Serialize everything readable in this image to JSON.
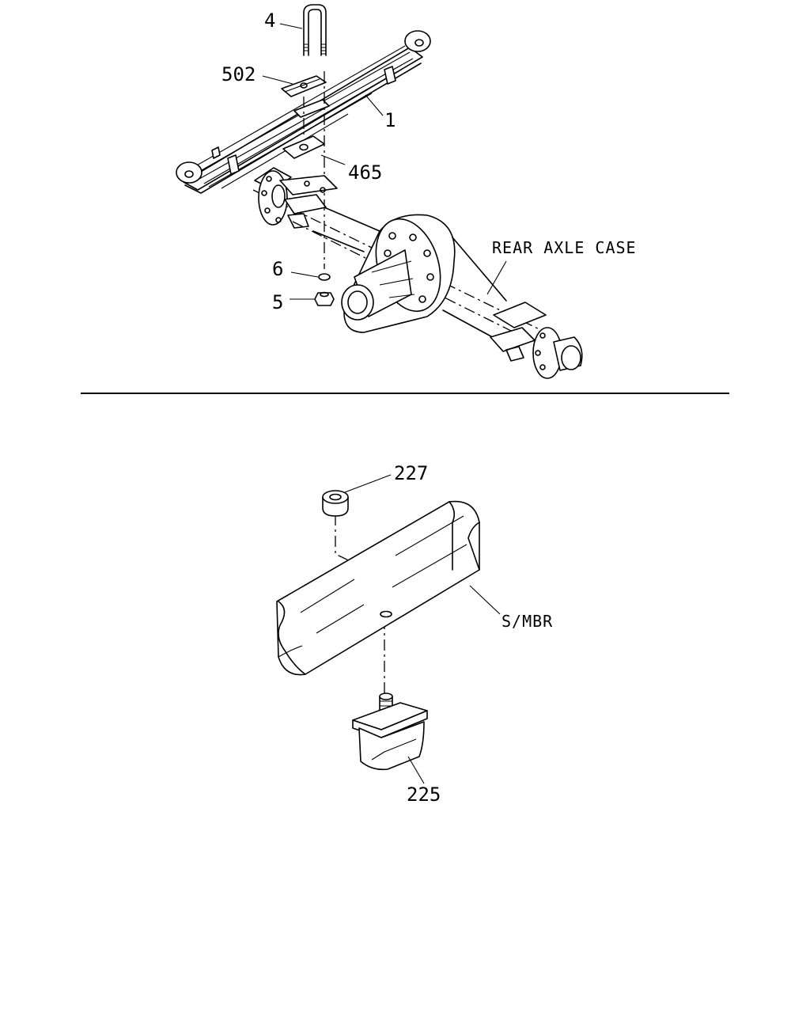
{
  "labels": {
    "ubolt": "4",
    "plate": "502",
    "spring": "1",
    "pad": "465",
    "washer": "6",
    "nut": "5",
    "axle_case": "REAR AXLE CASE",
    "bush": "227",
    "side_member": "S/MBR",
    "bumper": "225"
  }
}
